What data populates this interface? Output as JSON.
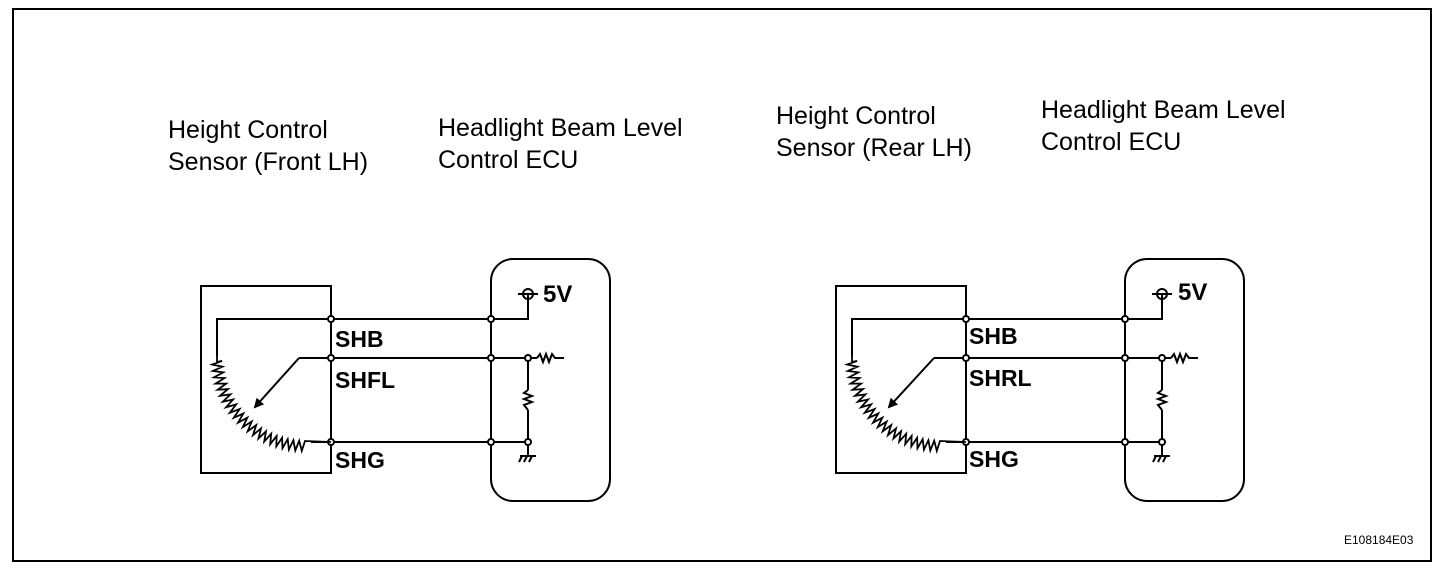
{
  "figure_id": "E108184E03",
  "left": {
    "sensor_label": [
      "Height Control",
      "Sensor (Front LH)"
    ],
    "ecu_label": [
      "Headlight Beam Level",
      "Control ECU"
    ],
    "pins": [
      "SHB",
      "SHFL",
      "SHG"
    ],
    "supply": "5V"
  },
  "right": {
    "sensor_label": [
      "Height Control",
      "Sensor (Rear LH)"
    ],
    "ecu_label": [
      "Headlight Beam Level",
      "Control ECU"
    ],
    "pins": [
      "SHB",
      "SHRL",
      "SHG"
    ],
    "supply": "5V"
  }
}
